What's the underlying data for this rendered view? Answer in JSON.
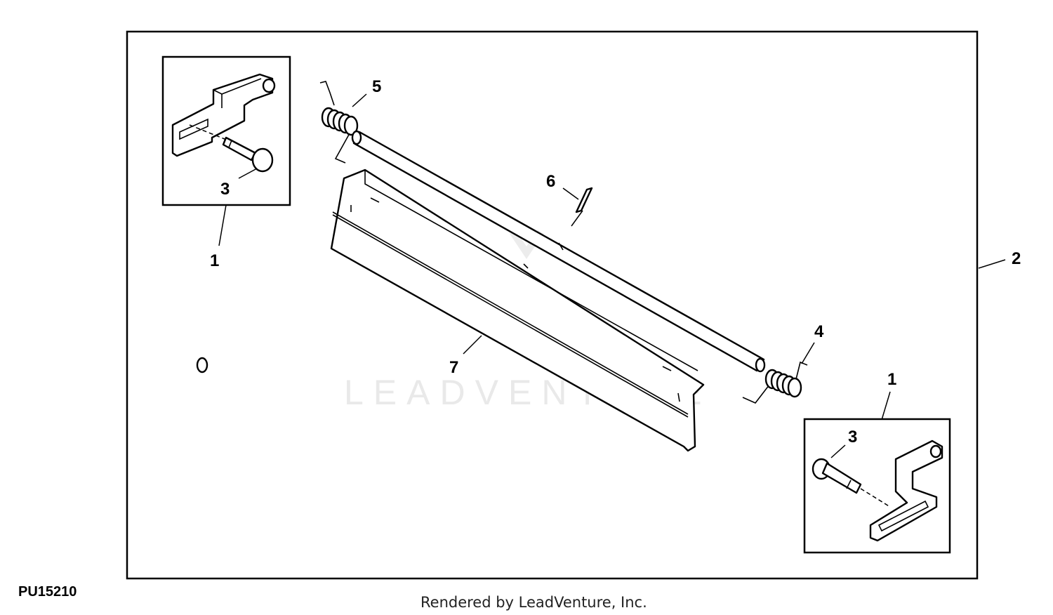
{
  "diagram": {
    "figure_code": "PU15210",
    "credit": "Rendered by LeadVenture, Inc.",
    "watermark": "LEADVENTURE",
    "callouts": {
      "bracket_left": "1",
      "bracket_right": "1",
      "assembly": "2",
      "bolt_left": "3",
      "bolt_right": "3",
      "spring_right": "4",
      "spring_left": "5",
      "pin": "6",
      "deflector": "7"
    }
  }
}
